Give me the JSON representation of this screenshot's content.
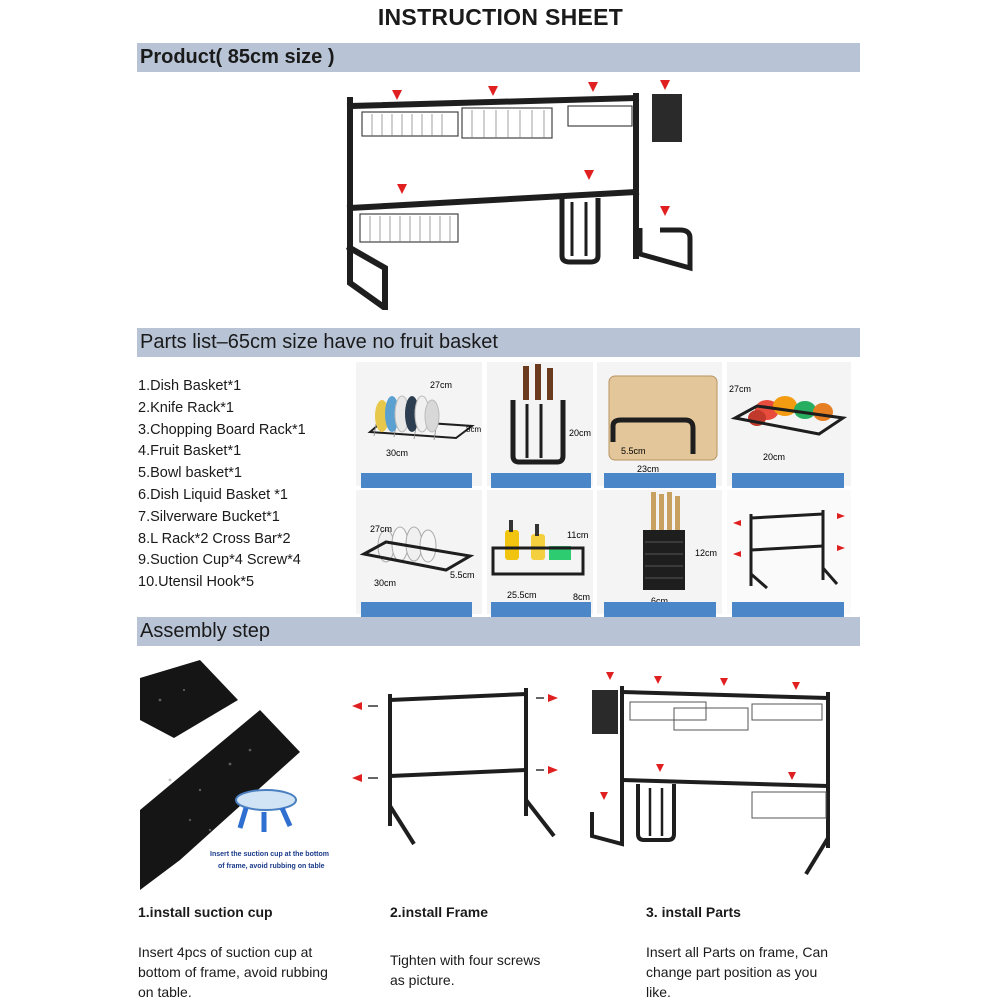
{
  "page_title": "INSTRUCTION SHEET",
  "product_heading": "Product( 85cm size )",
  "parts_heading": "Parts list–65cm size have no fruit basket",
  "assembly_heading": "Assembly step",
  "parts": [
    "1.Dish Basket*1",
    "2.Knife Rack*1",
    "3.Chopping Board Rack*1",
    "4.Fruit Basket*1",
    "5.Bowl basket*1",
    "6.Dish Liquid Basket *1",
    "7.Silverware Bucket*1",
    "8.L Rack*2 Cross Bar*2",
    "9.Suction Cup*4 Screw*4",
    "10.Utensil Hook*5"
  ],
  "dims": {
    "dish_w": "30cm",
    "dish_d": "27cm",
    "dish_h": "8cm",
    "knife_h": "20cm",
    "board_w": "5.5cm",
    "board_h": "23cm",
    "fruit_d": "27cm",
    "fruit_w": "20cm",
    "bowl_d": "27cm",
    "bowl_w": "30cm",
    "bowl_h": "5.5cm",
    "liquid_w": "25.5cm",
    "liquid_h": "11cm",
    "liquid_d": "8cm",
    "bucket_h": "12cm",
    "bucket_w": "6cm"
  },
  "suction_caption_1": "Insert the suction cup at the bottom",
  "suction_caption_2": "of frame, avoid rubbing on table",
  "steps": [
    {
      "title": "1.install suction cup",
      "text_1": "Insert 4pcs of suction cup at",
      "text_2": "bottom of frame, avoid rubbing",
      "text_3": "on table."
    },
    {
      "title": "2.install Frame",
      "text_1": "Tighten with four screws",
      "text_2": "as picture."
    },
    {
      "title": "3. install Parts",
      "text_1": "Insert all Parts on frame, Can",
      "text_2": "change part position as you",
      "text_3": "like."
    }
  ],
  "colors": {
    "band": "#b8c4d6",
    "caption_bar": "#4a86c8",
    "arrow": "#e02020",
    "frame": "#1e1e1e"
  }
}
